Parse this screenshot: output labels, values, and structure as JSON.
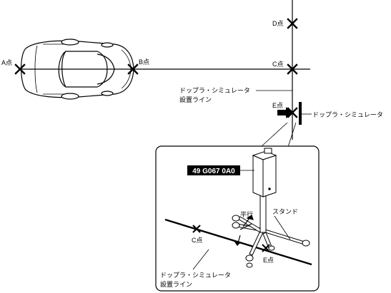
{
  "points": {
    "a": "A点",
    "b": "B点",
    "c": "C点",
    "d": "D点",
    "e": "E点"
  },
  "doppler_line_label": [
    "ドップラ・シミュレータ",
    "設置ライン"
  ],
  "doppler_simulator_label": "ドップラ・シミュレータ",
  "detail": {
    "part_number": "49 G067 0A0",
    "parallel_label": "平行",
    "stand_label": "スタンド",
    "c_point": "C点",
    "e_point": "E点",
    "line_label": [
      "ドップラ・シミュレータ",
      "設置ライン"
    ]
  }
}
